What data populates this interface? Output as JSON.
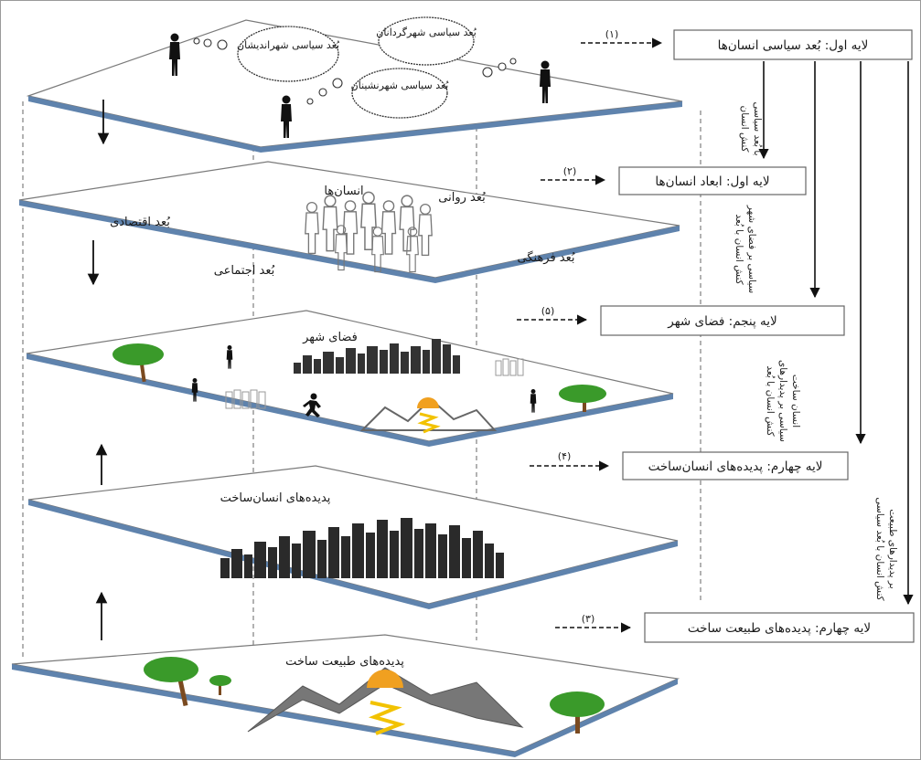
{
  "layers": {
    "l1": {
      "clouds": [
        "بُعد سیاسی شهرگردانان",
        "بُعد سیاسی شهراندیشان",
        "بُعد سیاسی شهرنشینان"
      ]
    },
    "l2": {
      "center": "انسان‌ها",
      "labels": {
        "psych": "بُعد روانی",
        "econ": "بُعد اقتصادی",
        "social": "بُعد اجتماعی",
        "culture": "بُعد فرهنگی"
      }
    },
    "l3": {
      "title": "فضای شهر"
    },
    "l4": {
      "title": "پدیده‌های انسان‌ساخت"
    },
    "l5": {
      "title": "پدیده‌های طبیعت ساخت"
    }
  },
  "boxes": [
    {
      "num": "(۱)",
      "label": "لایه اول: بُعد سیاسی انسان‌ها"
    },
    {
      "num": "(۲)",
      "label": "لایه اول: ابعاد انسان‌ها"
    },
    {
      "num": "(۵)",
      "label": "لایه پنجم: فضای شهر"
    },
    {
      "num": "(۴)",
      "label": "لایه چهارم: پدیده‌های انسان‌ساخت"
    },
    {
      "num": "(۳)",
      "label": "لایه چهارم: پدیده‌های طبیعت ساخت"
    }
  ],
  "action_labels": {
    "a1_l1": "کنش انسان",
    "a1_l2": "با بُعد سیاسی",
    "a2_l1": "کنش انسان با بُعد",
    "a2_l2": "سیاسی بر فضای شهر",
    "a3_l1": "کنش انسان با بُعد",
    "a3_l2": "سیاسی بر پدیدارهای",
    "a3_l3": "انسان ساخت",
    "a4_l1": "کنش انسان با بُعد سیاسی",
    "a4_l2": "بر پدیدارهای طبیعت"
  },
  "colors": {
    "plate_edge": "#6f8fb5",
    "plate_top": "#ffffff",
    "sun": "#f0a020",
    "lightning": "#f2c200",
    "tree_green": "#3a9a2a",
    "tree_trunk": "#7a4a20"
  }
}
